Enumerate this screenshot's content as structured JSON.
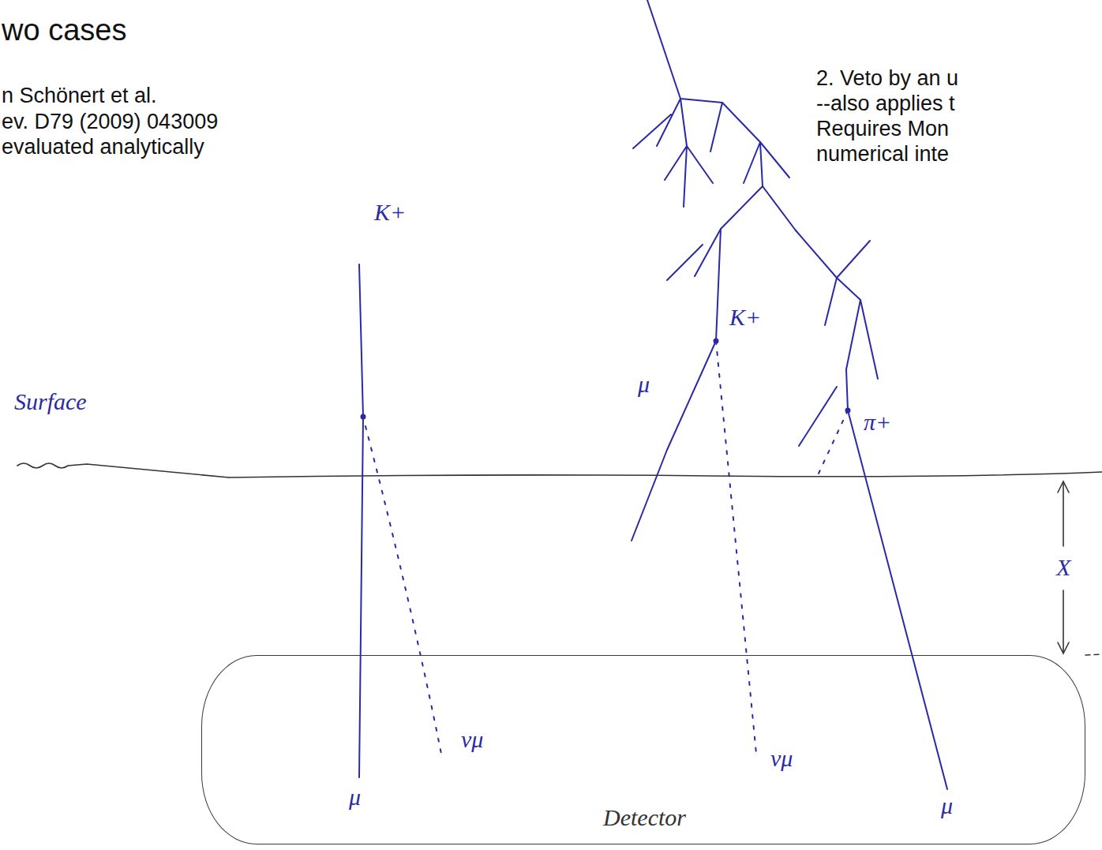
{
  "diagram": {
    "title": "wo cases",
    "nodes": [
      {
        "text": [
          "Detector"
        ]
      }
    ],
    "labels": [
      "n Schönert et al.",
      "ev. D79 (2009) 043009",
      "evaluated analytically",
      "2. Veto by an u",
      "--also applies t",
      "Requires Mon",
      "numerical inte",
      "K+",
      "Surface",
      "νμ",
      "μ",
      "μ",
      "K+",
      "π+",
      "X",
      "νμ",
      "μ"
    ]
  }
}
